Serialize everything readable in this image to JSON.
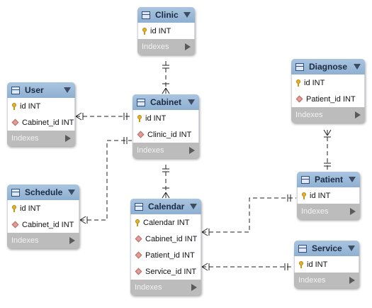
{
  "tables": {
    "clinic": {
      "name": "Clinic",
      "columns": [
        {
          "text": "id INT",
          "kind": "key"
        }
      ],
      "indexes": "Indexes"
    },
    "user": {
      "name": "User",
      "columns": [
        {
          "text": "id INT",
          "kind": "key"
        },
        {
          "text": "Cabinet_id INT",
          "kind": "fk"
        }
      ],
      "indexes": "Indexes"
    },
    "cabinet": {
      "name": "Cabinet",
      "columns": [
        {
          "text": "id INT",
          "kind": "key"
        },
        {
          "text": "Clinic_id INT",
          "kind": "fk"
        }
      ],
      "indexes": "Indexes"
    },
    "diagnose": {
      "name": "Diagnose",
      "columns": [
        {
          "text": "id INT",
          "kind": "key"
        },
        {
          "text": "Patient_id INT",
          "kind": "fk"
        }
      ],
      "indexes": "Indexes"
    },
    "schedule": {
      "name": "Schedule",
      "columns": [
        {
          "text": "id INT",
          "kind": "key"
        },
        {
          "text": "Cabinet_id INT",
          "kind": "fk"
        }
      ],
      "indexes": "Indexes"
    },
    "patient": {
      "name": "Patient",
      "columns": [
        {
          "text": "id INT",
          "kind": "key"
        }
      ],
      "indexes": "Indexes"
    },
    "calendar": {
      "name": "Calendar",
      "columns": [
        {
          "text": "Calendar INT",
          "kind": "key"
        },
        {
          "text": "Cabinet_id INT",
          "kind": "fk"
        },
        {
          "text": "Patient_id INT",
          "kind": "fk"
        },
        {
          "text": "Service_id INT",
          "kind": "fk"
        }
      ],
      "indexes": "Indexes"
    },
    "service": {
      "name": "Service",
      "columns": [
        {
          "text": "id INT",
          "kind": "key"
        }
      ],
      "indexes": "Indexes"
    }
  },
  "colors": {
    "header": "#9dbbdb",
    "line": "#222222",
    "indexes_bg": "#bcbcbc"
  }
}
